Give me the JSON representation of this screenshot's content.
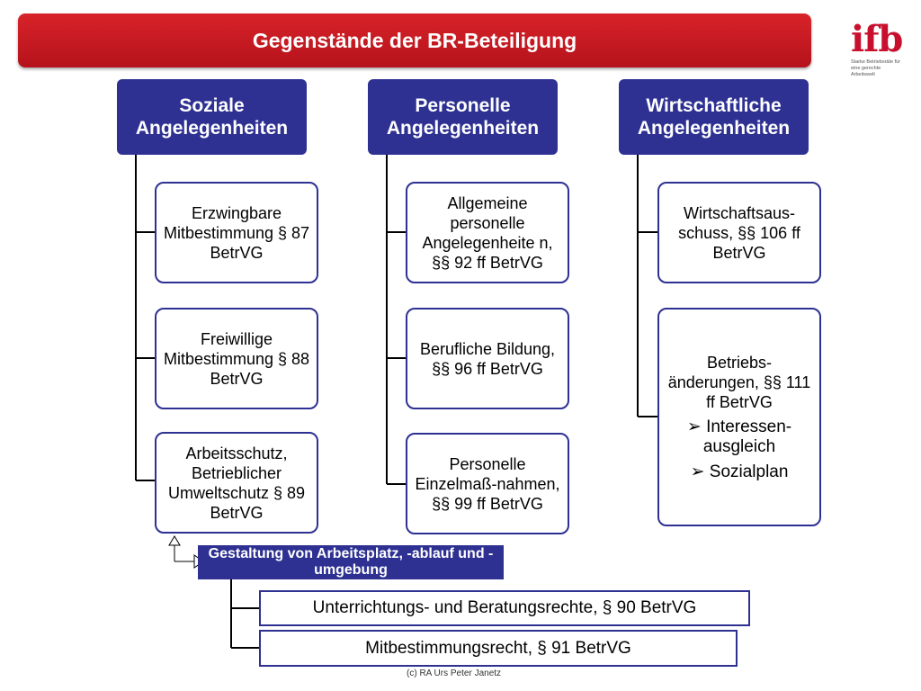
{
  "title": "Gegenstände der BR-Beteiligung",
  "logo": {
    "text": "ifb",
    "subtitle": "Starke Betriebsräte für eine gerechte Arbeitswelt"
  },
  "columns": [
    {
      "header": "Soziale Angelegenheiten",
      "items": [
        "Erzwingbare Mitbestimmung § 87 BetrVG",
        "Freiwillige Mitbestimmung § 88 BetrVG",
        "Arbeitsschutz, Betrieblicher Umweltschutz § 89 BetrVG"
      ]
    },
    {
      "header": "Personelle Angelegenheiten",
      "items": [
        "Allgemeine personelle Angelegenheite n, §§ 92 ff BetrVG",
        "Berufliche Bildung, §§ 96 ff BetrVG",
        "Personelle Einzelmaß-nahmen, §§ 99 ff BetrVG"
      ]
    },
    {
      "header": "Wirtschaftliche Angelegenheiten",
      "items": [
        "Wirtschaftsaus-schuss, §§ 106 ff BetrVG",
        "Betriebs-änderungen, §§ 111 ff BetrVG"
      ],
      "bullets": [
        "Interessen-ausgleich",
        "Sozialplan"
      ]
    }
  ],
  "sub_section": {
    "header": "Gestaltung von Arbeitsplatz, -ablauf und -umgebung",
    "items": [
      "Unterrichtungs- und Beratungsrechte, § 90 BetrVG",
      "Mitbestimmungsrecht, § 91 BetrVG"
    ]
  },
  "copyright": "(c) RA Urs Peter Janetz",
  "colors": {
    "title_red": "#c8102e",
    "navy": "#2e3192"
  }
}
